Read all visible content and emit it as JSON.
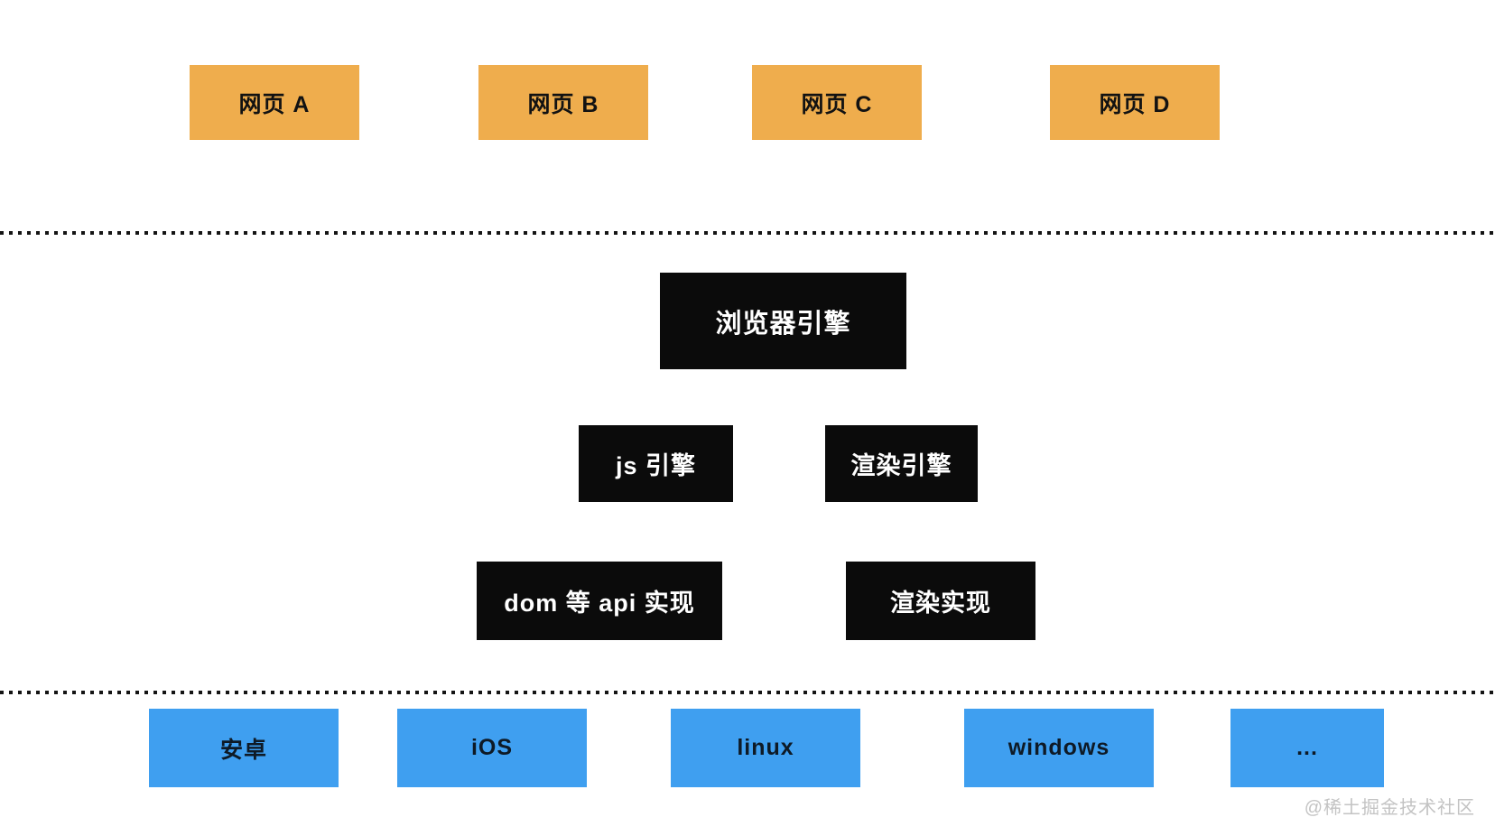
{
  "webpages": {
    "items": [
      {
        "label": "网页 A"
      },
      {
        "label": "网页 B"
      },
      {
        "label": "网页 C"
      },
      {
        "label": "网页 D"
      }
    ]
  },
  "browser_engine": {
    "label": "浏览器引擎"
  },
  "engines": {
    "js": {
      "label": "js 引擎"
    },
    "render": {
      "label": "渲染引擎"
    }
  },
  "implementations": {
    "dom_api": {
      "label": "dom 等 api 实现"
    },
    "render": {
      "label": "渲染实现"
    }
  },
  "platforms": {
    "items": [
      {
        "label": "安卓"
      },
      {
        "label": "iOS"
      },
      {
        "label": "linux"
      },
      {
        "label": "windows"
      },
      {
        "label": "..."
      }
    ]
  },
  "watermark": {
    "text": "@稀土掘金技术社区"
  },
  "colors": {
    "webpage_box": "#EFAD4D",
    "engine_box": "#0B0B0B",
    "platform_box": "#3F9FF0",
    "dotted_line": "#141414",
    "watermark_text": "#C3C3C3",
    "background": "#FFFFFF"
  }
}
